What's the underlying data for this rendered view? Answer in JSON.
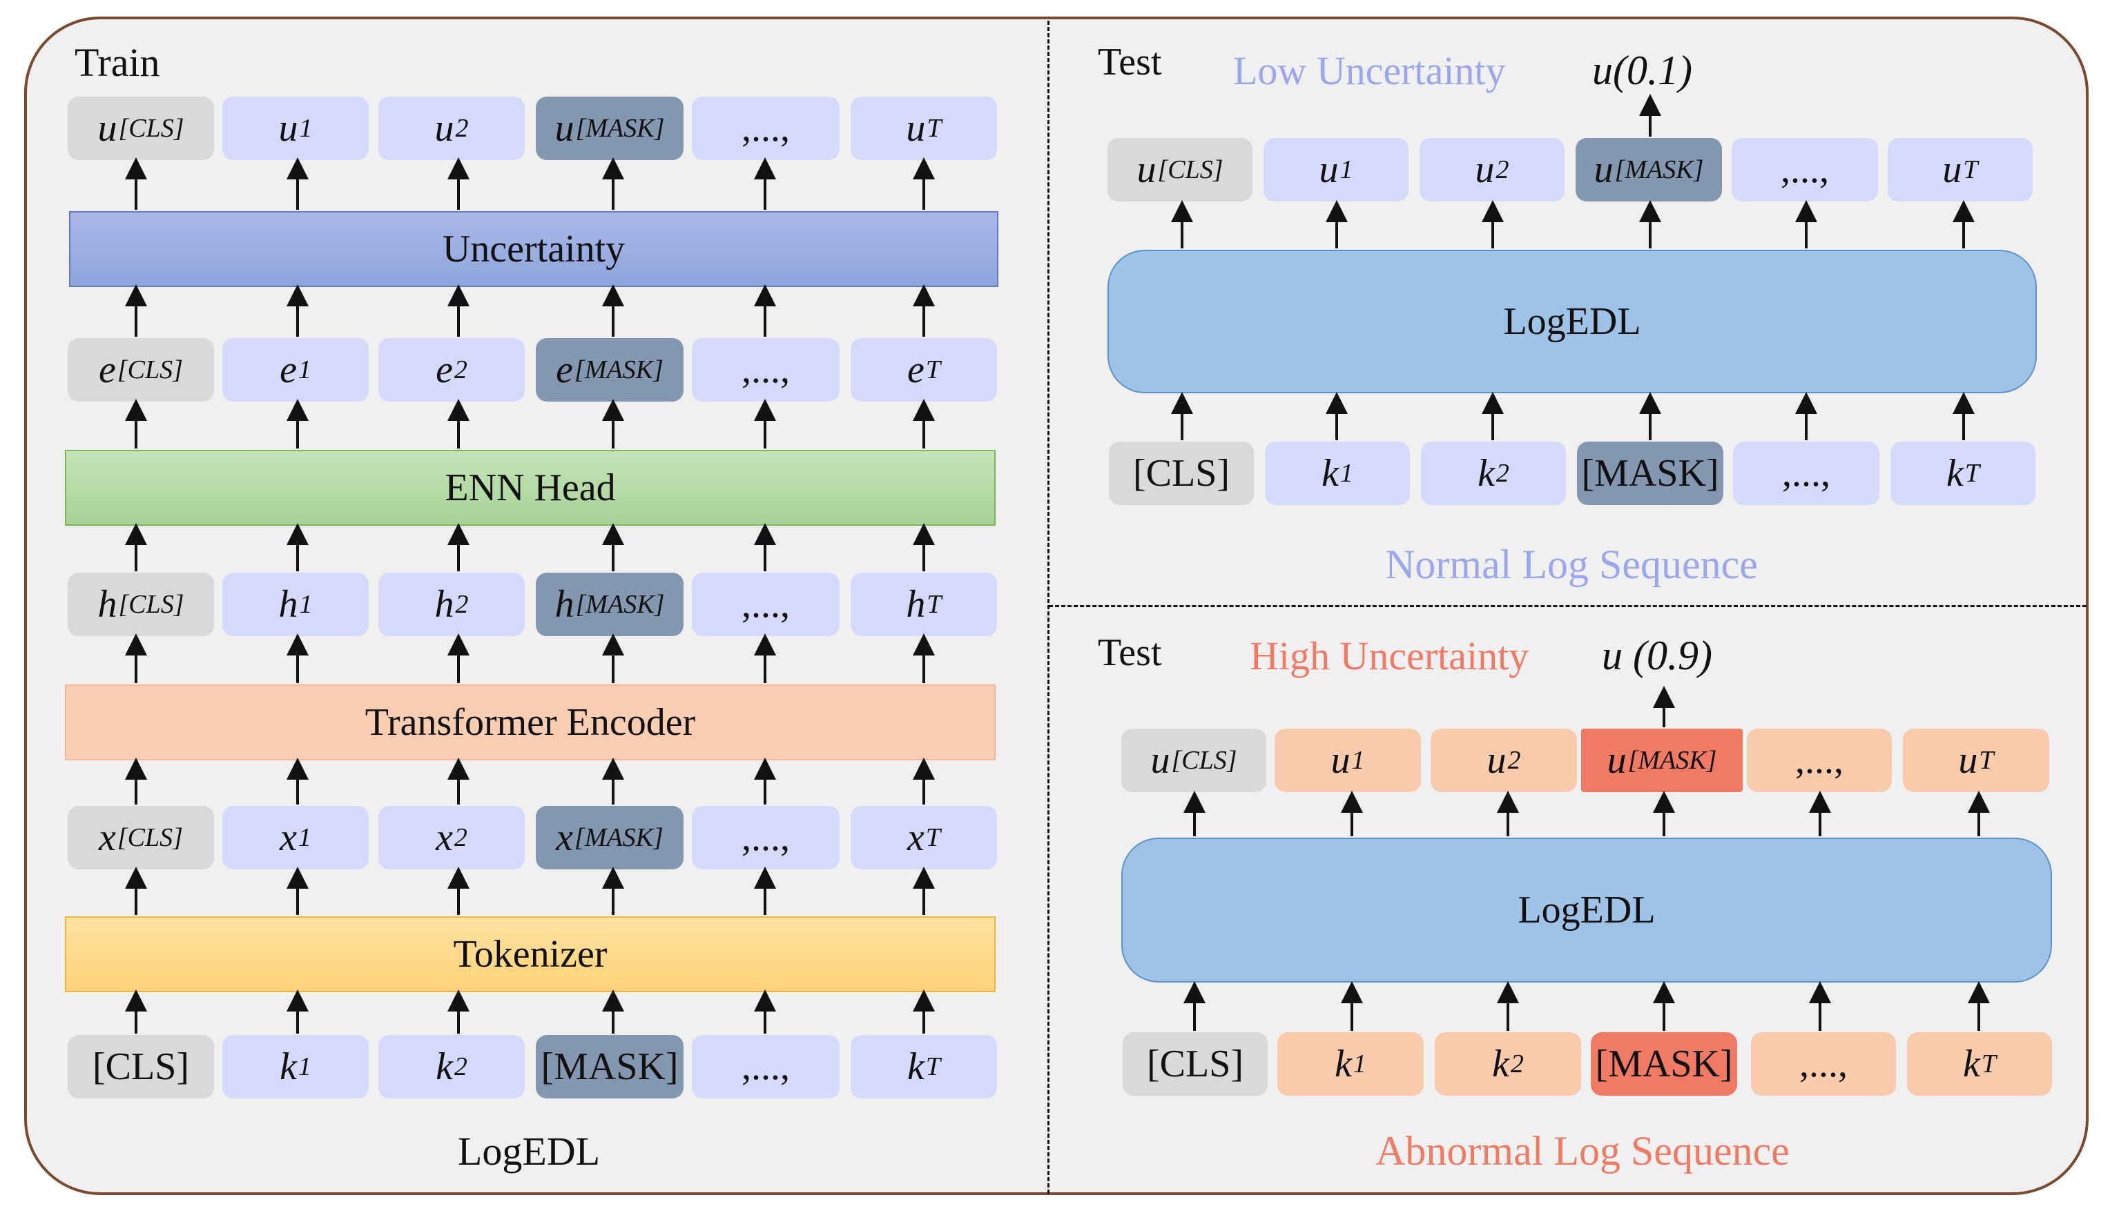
{
  "train": {
    "title": "Train",
    "caption": "LogEDL",
    "layers": {
      "uncertainty": "Uncertainty",
      "enn_head": "ENN Head",
      "transformer_encoder": "Transformer Encoder",
      "tokenizer": "Tokenizer"
    },
    "rows": {
      "u": [
        {
          "b": "u",
          "s": "[CLS]"
        },
        {
          "b": "u",
          "s": "1"
        },
        {
          "b": "u",
          "s": "2"
        },
        {
          "b": "u",
          "s": "[MASK]"
        },
        {
          "b": ",...,",
          "s": ""
        },
        {
          "b": "u",
          "s": "T"
        }
      ],
      "e": [
        {
          "b": "e",
          "s": "[CLS]"
        },
        {
          "b": "e",
          "s": "1"
        },
        {
          "b": "e",
          "s": "2"
        },
        {
          "b": "e",
          "s": "[MASK]"
        },
        {
          "b": ",...,",
          "s": ""
        },
        {
          "b": "e",
          "s": "T"
        }
      ],
      "h": [
        {
          "b": "h",
          "s": "[CLS]"
        },
        {
          "b": "h",
          "s": "1"
        },
        {
          "b": "h",
          "s": "2"
        },
        {
          "b": "h",
          "s": "[MASK]"
        },
        {
          "b": ",...,",
          "s": ""
        },
        {
          "b": "h",
          "s": "T"
        }
      ],
      "x": [
        {
          "b": "x",
          "s": "[CLS]"
        },
        {
          "b": "x",
          "s": "1"
        },
        {
          "b": "x",
          "s": "2"
        },
        {
          "b": "x",
          "s": "[MASK]"
        },
        {
          "b": ",...,",
          "s": ""
        },
        {
          "b": "x",
          "s": "T"
        }
      ],
      "k": [
        {
          "b": "[CLS]",
          "s": ""
        },
        {
          "b": "k",
          "s": "1"
        },
        {
          "b": "k",
          "s": "2"
        },
        {
          "b": "[MASK]",
          "s": ""
        },
        {
          "b": ",...,",
          "s": ""
        },
        {
          "b": "k",
          "s": "T"
        }
      ]
    }
  },
  "test_normal": {
    "title": "Test",
    "uncertainty_label": "Low Uncertainty",
    "uncertainty_value": "u(0.1)",
    "model": "LogEDL",
    "caption": "Normal Log Sequence",
    "label_color": "#9aa6ee",
    "outputs": [
      {
        "b": "u",
        "s": "[CLS]"
      },
      {
        "b": "u",
        "s": "1"
      },
      {
        "b": "u",
        "s": "2"
      },
      {
        "b": "u",
        "s": "[MASK]"
      },
      {
        "b": ",...,",
        "s": ""
      },
      {
        "b": "u",
        "s": "T"
      }
    ],
    "inputs": [
      {
        "b": "[CLS]",
        "s": ""
      },
      {
        "b": "k",
        "s": "1"
      },
      {
        "b": "k",
        "s": "2"
      },
      {
        "b": "[MASK]",
        "s": ""
      },
      {
        "b": ",...,",
        "s": ""
      },
      {
        "b": "k",
        "s": "T"
      }
    ]
  },
  "test_abnormal": {
    "title": "Test",
    "uncertainty_label": "High Uncertainty",
    "uncertainty_value": "u (0.9)",
    "model": "LogEDL",
    "caption": "Abnormal Log Sequence",
    "label_color": "#f07a63",
    "outputs": [
      {
        "b": "u",
        "s": "[CLS]"
      },
      {
        "b": "u",
        "s": "1"
      },
      {
        "b": "u",
        "s": "2"
      },
      {
        "b": "u",
        "s": "[MASK]"
      },
      {
        "b": ",...,",
        "s": ""
      },
      {
        "b": "u",
        "s": "T"
      }
    ],
    "inputs": [
      {
        "b": "[CLS]",
        "s": ""
      },
      {
        "b": "k",
        "s": "1"
      },
      {
        "b": "k",
        "s": "2"
      },
      {
        "b": "[MASK]",
        "s": ""
      },
      {
        "b": ",...,",
        "s": ""
      },
      {
        "b": "k",
        "s": "T"
      }
    ]
  }
}
